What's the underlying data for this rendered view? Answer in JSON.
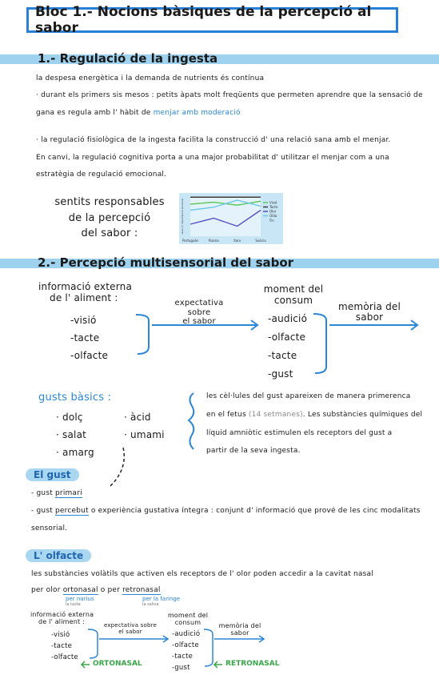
{
  "title": "Bloc 1.- Nocions bàsiques de la percepció al sabor",
  "section1": {
    "heading": "1.- Regulació de la ingesta",
    "line1": "la despesa energètica i la demanda de nutrients és contínua",
    "line2": "· durant els primers sis mesos : petits àpats molt freqüents que permeten aprendre que la sensació de",
    "line3_prefix": "gana es regula amb l' hàbit de",
    "line3_highlight": "menjar amb moderació",
    "line4": "· la regulació fisiològica de la ingesta facilita la construcció d' una relació sana amb el menjar.",
    "line5": "En canvi, la regulació cognitiva porta a una major probabilitat d' utilitzar el menjar com a una",
    "line6": "estratègia de regulació emocional.",
    "senses_label": [
      "sentits responsables",
      "de la percepció",
      "del sabor :"
    ]
  },
  "chart_data": {
    "type": "line",
    "categories": [
      "Portuguès",
      "Rússia",
      "Xarx",
      "Suècia"
    ],
    "series": [
      {
        "name": "Visió",
        "color": "#5ec85e",
        "values": [
          3.2,
          3.4,
          3.1,
          3.5
        ]
      },
      {
        "name": "Tacte",
        "color": "#3a3a3a",
        "values": [
          3.9,
          3.9,
          3.9,
          3.9
        ]
      },
      {
        "name": "Olor",
        "color": "#5b4fc6",
        "values": [
          1.2,
          1.8,
          1.0,
          2.6
        ]
      },
      {
        "name": "Oïda",
        "color": "#68c7e8",
        "values": [
          2.6,
          2.9,
          3.6,
          3.0
        ]
      },
      {
        "name": "Gu",
        "color": "#c9e6f7",
        "values": []
      }
    ],
    "ylabel": "Grau d' importància sensorial",
    "ylim": [
      0,
      4
    ]
  },
  "section2": {
    "heading": "2.- Percepció multisensorial del sabor",
    "external_info": [
      "informació externa",
      "de l' aliment :"
    ],
    "external_items": [
      "-visió",
      "-tacte",
      "-olfacte"
    ],
    "expectation": [
      "expectativa sobre",
      "el sabor"
    ],
    "consumption": [
      "moment del",
      "consum"
    ],
    "consumption_items": [
      "-audició",
      "-olfacte",
      "-tacte",
      "-gust"
    ],
    "memory": [
      "memòria del",
      "sabor"
    ]
  },
  "tastes": {
    "heading": "gusts bàsics :",
    "col1": [
      "· dolç",
      "· salat",
      "· amarg"
    ],
    "col2": [
      "· àcid",
      "· umami"
    ],
    "para1": "les cèl·lules del gust apareixen de manera primerenca",
    "para2_prefix": "en el fetus",
    "para2_highlight": "(14 setmanes)",
    "para2_suffix": ". Les substàncies químiques del",
    "para3": "líquid amniòtic estimulen els receptors del gust a",
    "para4": "partir de la seva ingesta."
  },
  "gust": {
    "pill": "El gust",
    "line1_prefix": "- gust",
    "line1_underline": "primari",
    "line2_prefix": "- gust",
    "line2_underline": "percebut",
    "line2_suffix": "o experiència gustativa íntegra : conjunt d' informació que prové de les cinc modalitats",
    "line3": "sensorial."
  },
  "olfacte": {
    "pill": "L' olfacte",
    "line1": "les substàncies volàtils que activen els receptors de l' olor poden accedir a la cavitat nasal",
    "line2_prefix": "per olor",
    "line2_ortho": "ortonasal",
    "line2_mid": "o per",
    "line2_retro": "retronasal",
    "ortho_note": "per narius",
    "ortho_sub": "la tasta",
    "retro_note": "per la faringe",
    "retro_sub": "la saliva",
    "mini_external": [
      "informació externa",
      "de l' aliment :"
    ],
    "mini_external_items": [
      "-visió",
      "-tacte",
      "-olfacte"
    ],
    "mini_expectation": [
      "expectativa sobre",
      "el sabor"
    ],
    "mini_consumption": [
      "moment del",
      "consum"
    ],
    "mini_consumption_items": [
      "-audició",
      "-olfacte",
      "-tacte",
      "-gust"
    ],
    "mini_memory": [
      "memòria del",
      "sabor"
    ],
    "ortonasal_label": "ORTONASAL",
    "retronasal_label": "RETRONASAL"
  },
  "colors": {
    "accent": "#2b86d8",
    "band": "#9fd2ee",
    "highlight": "#a9d7f2",
    "green_note": "#3aa64a"
  }
}
